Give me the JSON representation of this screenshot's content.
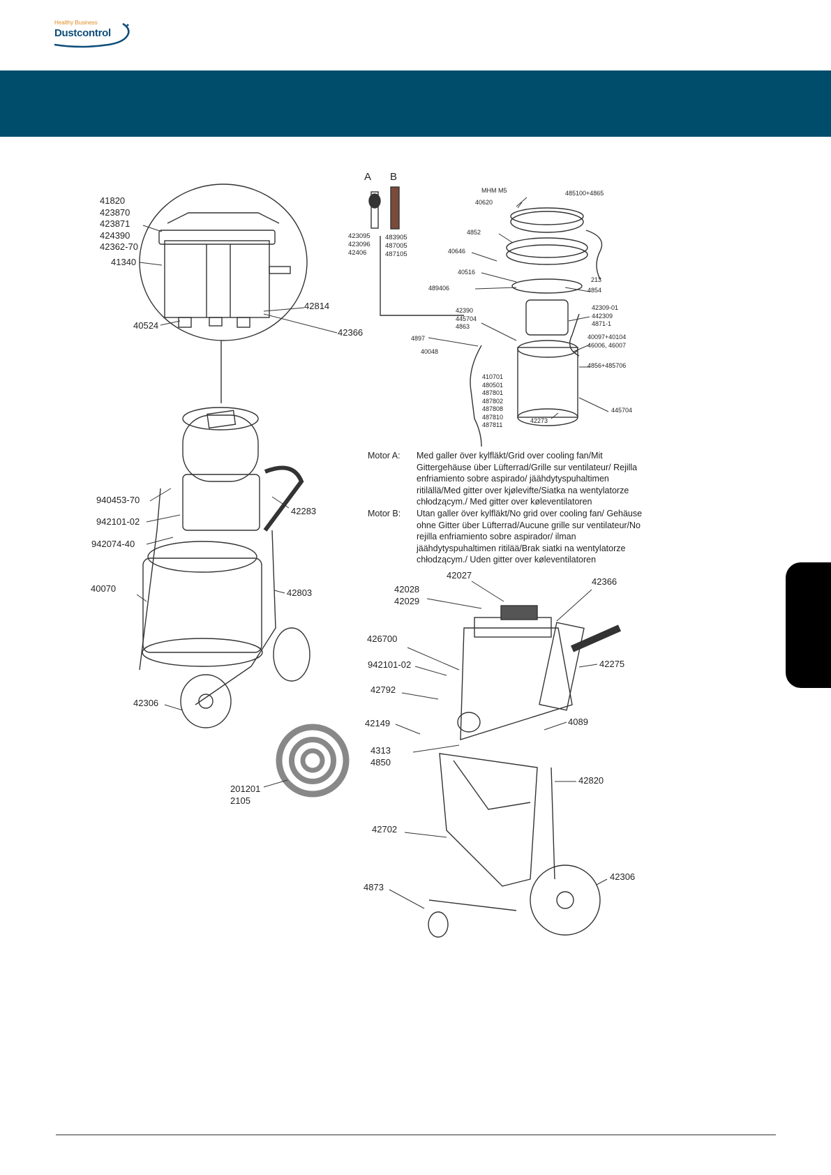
{
  "logo": {
    "tagline": "Healthy Business",
    "name": "Dustcontrol"
  },
  "labels": {
    "l41820": "41820\n423870\n423871\n424390\n42362-70",
    "l41340": "41340",
    "l42814": "42814",
    "l40524": "40524",
    "l42366a": "42366",
    "l940453": "940453-70",
    "l942101a": "942101-02",
    "l942074": "942074-40",
    "l40070": "40070",
    "l42283": "42283",
    "l42803": "42803",
    "l42306a": "42306",
    "l201201": "201201\n2105",
    "lA": "A",
    "lB": "B",
    "lA_parts": "423095\n423096\n42406",
    "lB_parts": "483905\n487005\n487105",
    "lmhm": "MHM M5",
    "l40620": "40620",
    "l485100": "485100+4865",
    "l4852": "4852",
    "l40646": "40646",
    "l40516": "40516",
    "l489406": "489406",
    "l213": "213",
    "l4854": "4854",
    "l42390": "42390\n445704\n4863",
    "l42309": "42309-01\n442309\n4871-1",
    "l4897": "4897",
    "l40048": "40048",
    "l40097": "40097+40104\n46006, 46007",
    "l4856": "4856+485706",
    "l410701": "410701\n480501\n487801\n487802\n487808\n487810\n487811",
    "l42273": "42273",
    "l445704": "445704",
    "l42027": "42027",
    "l42028": "42028\n42029",
    "l42366b": "42366",
    "l426700": "426700",
    "l942101b": "942101-02",
    "l42275": "42275",
    "l42792": "42792",
    "l42149": "42149",
    "l4089": "4089",
    "l4313": "4313\n4850",
    "l42820": "42820",
    "l42702": "42702",
    "l42306b": "42306",
    "l4873": "4873"
  },
  "motor_notes": {
    "a_key": "Motor A:",
    "a_text": "Med galler över kylfläkt/Grid over cooling fan/Mit Gittergehäuse über Lüfterrad/Grille sur ventilateur/ Rejilla enfriamiento sobre aspirado/ jäähdytyspuhaltimen ritilällä/Med gitter over kjølevifte/Siatka na wentylatorze chłodzącym./ Med gitter over køleventilatoren",
    "b_key": "Motor B:",
    "b_text": "Utan galler över kylfläkt/No grid over cooling fan/ Gehäuse ohne Gitter über Lüfterrad/Aucune grille sur ventilateur/No rejilla enfriamiento sobre aspirador/ ilman jäähdytyspuhaltimen ritilää/Brak siatki na wentylatorze chłodzącym./ Uden gitter over køleventilatoren"
  },
  "colors": {
    "banner": "#004d6b",
    "side_tab": "#000000",
    "logo_blue": "#0e4d7a",
    "logo_orange": "#e08a1e"
  }
}
